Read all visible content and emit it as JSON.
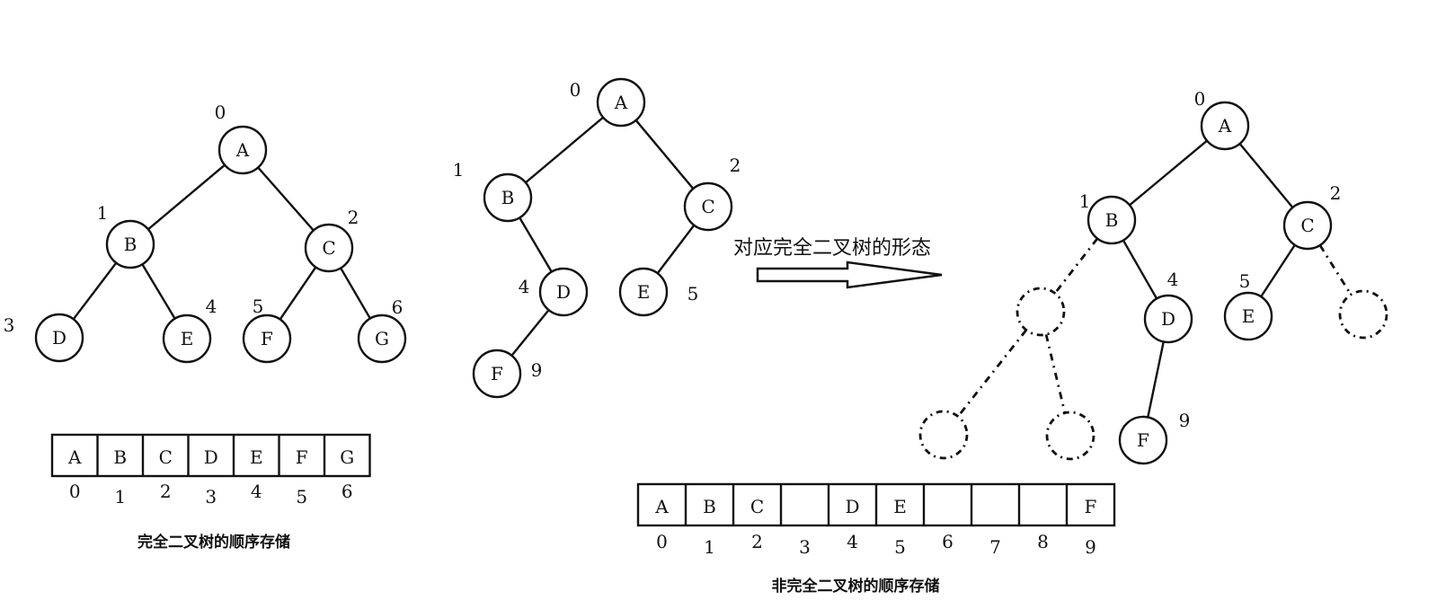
{
  "complete_tree": {
    "nodes": [
      {
        "id": "A",
        "label": "A",
        "index": "0"
      },
      {
        "id": "B",
        "label": "B",
        "index": "1"
      },
      {
        "id": "C",
        "label": "C",
        "index": "2"
      },
      {
        "id": "D",
        "label": "D",
        "index": "3"
      },
      {
        "id": "E",
        "label": "E",
        "index": "4"
      },
      {
        "id": "F",
        "label": "F",
        "index": "5"
      },
      {
        "id": "G",
        "label": "G",
        "index": "6"
      }
    ],
    "edges": [
      [
        "A",
        "B"
      ],
      [
        "A",
        "C"
      ],
      [
        "B",
        "D"
      ],
      [
        "B",
        "E"
      ],
      [
        "C",
        "F"
      ],
      [
        "C",
        "G"
      ]
    ],
    "array_cells": [
      "A",
      "B",
      "C",
      "D",
      "E",
      "F",
      "G"
    ],
    "array_indices": [
      "0",
      "1",
      "2",
      "3",
      "4",
      "5",
      "6"
    ],
    "caption": "完全二叉树的顺序存储"
  },
  "incomplete_tree": {
    "nodes": [
      {
        "id": "A",
        "label": "A",
        "index": "0"
      },
      {
        "id": "B",
        "label": "B",
        "index": "1"
      },
      {
        "id": "C",
        "label": "C",
        "index": "2"
      },
      {
        "id": "D",
        "label": "D",
        "index": "4"
      },
      {
        "id": "E",
        "label": "E",
        "index": "5"
      },
      {
        "id": "F",
        "label": "F",
        "index": "9"
      }
    ],
    "edges": [
      [
        "A",
        "B"
      ],
      [
        "A",
        "C"
      ],
      [
        "B",
        "D"
      ],
      [
        "C",
        "E"
      ],
      [
        "D",
        "F"
      ]
    ]
  },
  "arrow": {
    "label": "对应完全二叉树的形态"
  },
  "virtual_complete_tree": {
    "nodes": [
      {
        "id": "A",
        "label": "A",
        "index": "0",
        "virtual": false
      },
      {
        "id": "B",
        "label": "B",
        "index": "1",
        "virtual": false
      },
      {
        "id": "C",
        "label": "C",
        "index": "2",
        "virtual": false
      },
      {
        "id": "V3",
        "label": "",
        "index": "",
        "virtual": true
      },
      {
        "id": "D",
        "label": "D",
        "index": "4",
        "virtual": false
      },
      {
        "id": "E",
        "label": "E",
        "index": "5",
        "virtual": false
      },
      {
        "id": "V6",
        "label": "",
        "index": "",
        "virtual": true
      },
      {
        "id": "V7",
        "label": "",
        "index": "",
        "virtual": true
      },
      {
        "id": "V8",
        "label": "",
        "index": "",
        "virtual": true
      },
      {
        "id": "F",
        "label": "F",
        "index": "9",
        "virtual": false
      }
    ],
    "edges": [
      {
        "from": "A",
        "to": "B",
        "virtual": false
      },
      {
        "from": "A",
        "to": "C",
        "virtual": false
      },
      {
        "from": "B",
        "to": "V3",
        "virtual": true
      },
      {
        "from": "B",
        "to": "D",
        "virtual": false
      },
      {
        "from": "C",
        "to": "E",
        "virtual": false
      },
      {
        "from": "C",
        "to": "V6",
        "virtual": true
      },
      {
        "from": "V3",
        "to": "V7",
        "virtual": true
      },
      {
        "from": "V3",
        "to": "V8",
        "virtual": true
      },
      {
        "from": "D",
        "to": "F",
        "virtual": false
      }
    ],
    "array_cells": [
      "A",
      "B",
      "C",
      "",
      "D",
      "E",
      "",
      "",
      "",
      "F"
    ],
    "array_indices": [
      "0",
      "1",
      "2",
      "3",
      "4",
      "5",
      "6",
      "7",
      "8",
      "9"
    ],
    "caption": "非完全二叉树的顺序存储"
  }
}
